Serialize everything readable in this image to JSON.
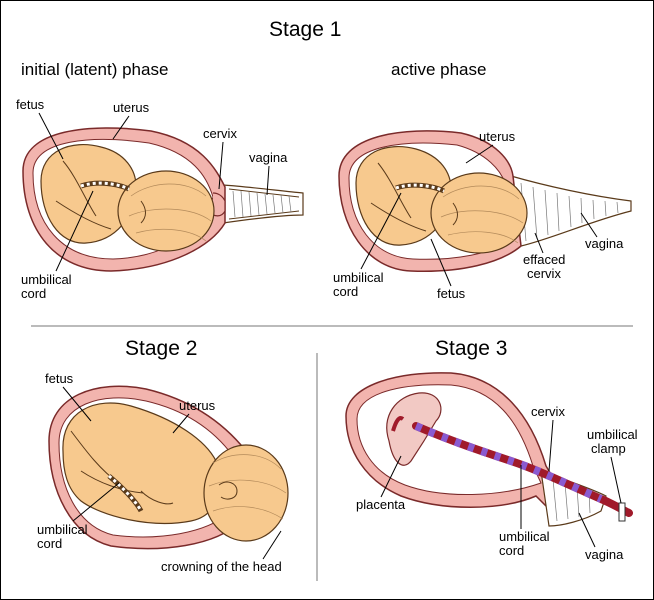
{
  "stage1": {
    "title": "Stage 1",
    "latent": {
      "title": "initial (latent) phase",
      "fetus": "fetus",
      "uterus": "uterus",
      "cervix": "cervix",
      "vagina": "vagina",
      "cord_line1": "umbilical",
      "cord_line2": "cord"
    },
    "active": {
      "title": "active phase",
      "uterus": "uterus",
      "vagina": "vagina",
      "effaced_line1": "effaced",
      "effaced_line2": "cervix",
      "cord_line1": "umbilical",
      "cord_line2": "cord",
      "fetus": "fetus"
    }
  },
  "stage2": {
    "title": "Stage 2",
    "fetus": "fetus",
    "uterus": "uterus",
    "cord_line1": "umbilical",
    "cord_line2": "cord",
    "crowning": "crowning of the head"
  },
  "stage3": {
    "title": "Stage 3",
    "cervix": "cervix",
    "clamp_line1": "umbilical",
    "clamp_line2": "clamp",
    "placenta": "placenta",
    "cord_line1": "umbilical",
    "cord_line2": "cord",
    "vagina": "vagina"
  },
  "colors": {
    "uterus_wall": "#f2b4ae",
    "uterus_outline": "#7a2a2a",
    "skin": "#f7c98e",
    "skin_outline": "#5a3a1a",
    "cord_red": "#a01a2a",
    "cord_purple": "#8a5ad0",
    "placenta": "#f2c9c4",
    "divider": "#bbbbbb"
  }
}
